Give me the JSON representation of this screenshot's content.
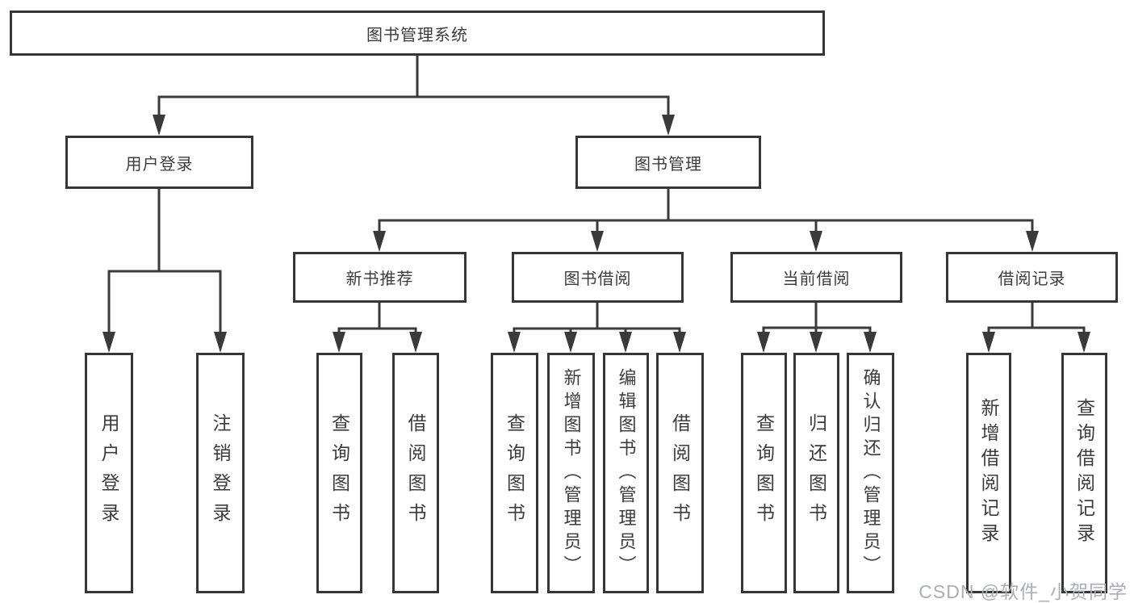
{
  "watermark": "CSDN @软件_小贺同学",
  "colors": {
    "line": "#3a3a3a",
    "box_border": "#363636",
    "text": "#3c3c3c",
    "background": "#ffffff",
    "watermark_text": "#a9afb6"
  },
  "tree": {
    "label": "图书管理系统",
    "children": [
      {
        "label": "用户登录",
        "children": [
          {
            "label": "用户登录"
          },
          {
            "label": "注销登录"
          }
        ]
      },
      {
        "label": "图书管理",
        "children": [
          {
            "label": "新书推荐",
            "children": [
              {
                "label": "查询图书"
              },
              {
                "label": "借阅图书"
              }
            ]
          },
          {
            "label": "图书借阅",
            "children": [
              {
                "label": "查询图书"
              },
              {
                "label": "新增图书（管理员）"
              },
              {
                "label": "编辑图书（管理员）"
              },
              {
                "label": "借阅图书"
              }
            ]
          },
          {
            "label": "当前借阅",
            "children": [
              {
                "label": "查询图书"
              },
              {
                "label": "归还图书"
              },
              {
                "label": "确认归还（管理员）"
              }
            ]
          },
          {
            "label": "借阅记录",
            "children": [
              {
                "label": "新增借阅记录"
              },
              {
                "label": "查询借阅记录"
              }
            ]
          }
        ]
      }
    ]
  }
}
